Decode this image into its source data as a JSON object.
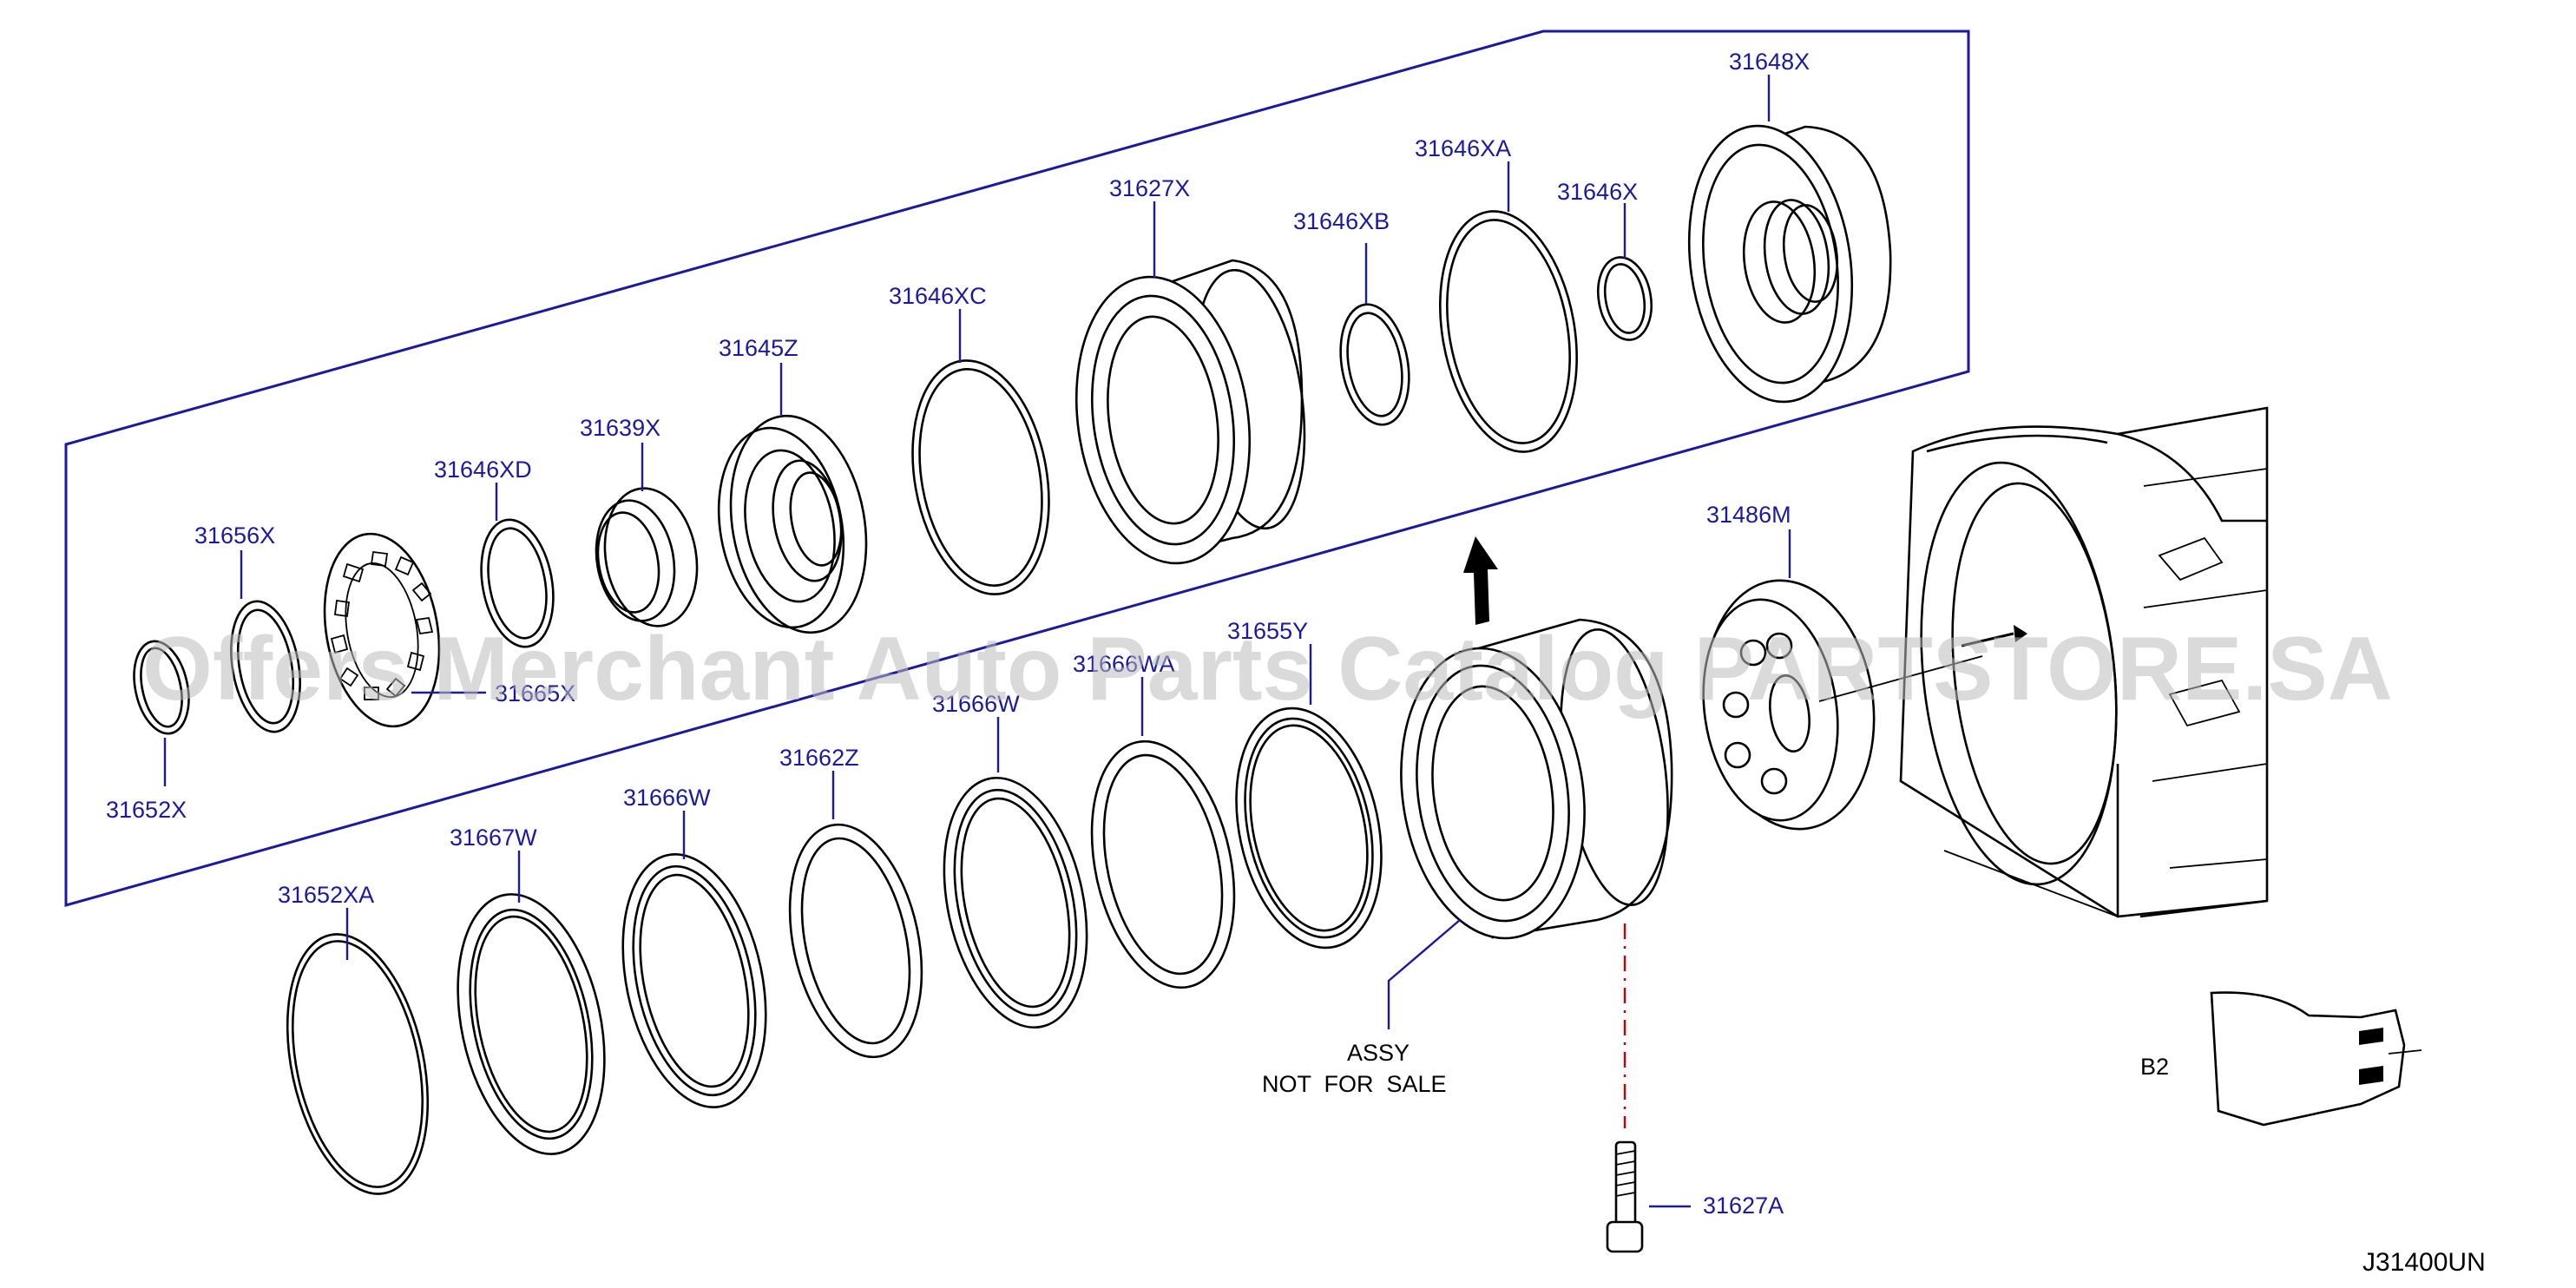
{
  "labels": {
    "p31648X": "31648X",
    "p31646XA": "31646XA",
    "p31646X": "31646X",
    "p31627X": "31627X",
    "p31646XB": "31646XB",
    "p31646XC": "31646XC",
    "p31645Z": "31645Z",
    "p31639X": "31639X",
    "p31646XD": "31646XD",
    "p31656X": "31656X",
    "p31665X": "31665X",
    "p31652X": "31652X",
    "p31655Y": "31655Y",
    "p31666WA": "31666WA",
    "p31666W_a": "31666W",
    "p31662Z": "31662Z",
    "p31666W_b": "31666W",
    "p31667W": "31667W",
    "p31652XA": "31652XA",
    "p31486M": "31486M",
    "p31627A": "31627A"
  },
  "note": {
    "line1": "ASSY",
    "line2": "NOT  FOR  SALE"
  },
  "view_label": "B2",
  "diagram_code": "J31400UN",
  "watermark": "Offers Merchant Auto Parts Catalog PARTSTORE.SA",
  "colors": {
    "label": "#1a1aa0",
    "frame": "#1a1aa0",
    "ink": "#000000",
    "bolt_axis": "#cc0000",
    "watermark": "#bbbbbb"
  }
}
